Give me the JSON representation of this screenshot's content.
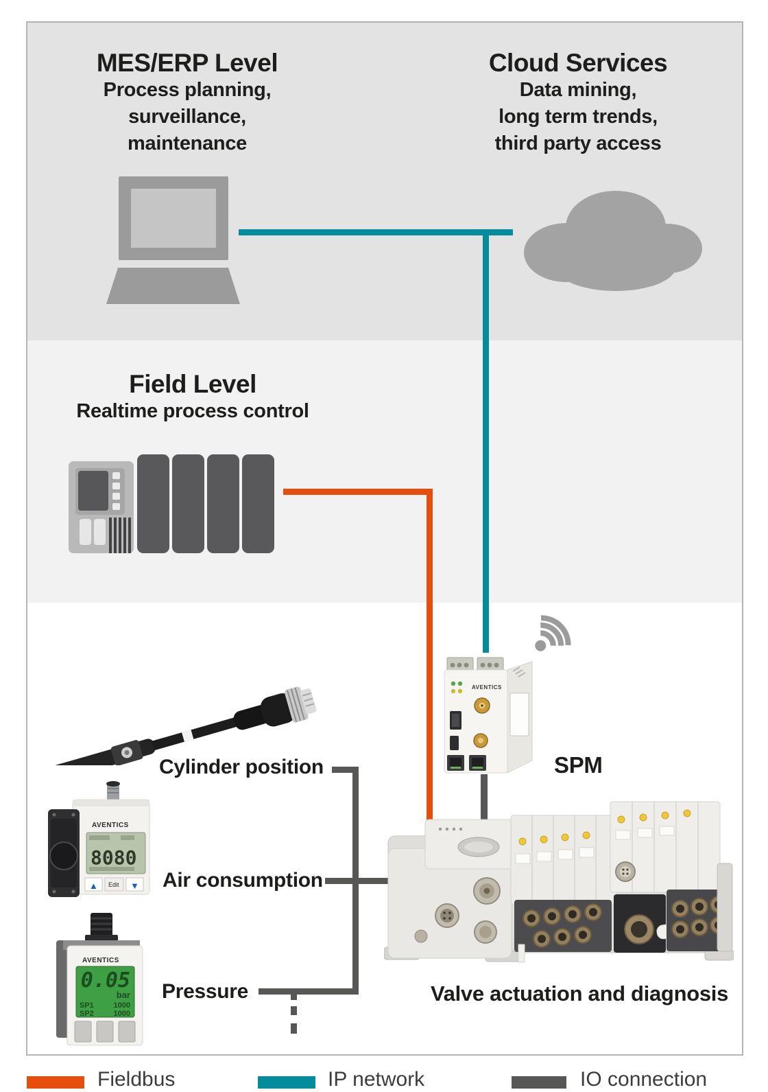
{
  "colors": {
    "fieldbus": "#e64e0e",
    "ip_network": "#048b9c",
    "io_connection": "#575756",
    "enterprise_section_bg": "#e3e3e4",
    "field_section_bg": "#f2f2f3",
    "frame_border": "#b4b4b3"
  },
  "sections": {
    "mes_erp": {
      "title": "MES/ERP Level",
      "line1": "Process planning,",
      "line2": "surveillance,",
      "line3": "maintenance"
    },
    "cloud": {
      "title": "Cloud Services",
      "line1": "Data mining,",
      "line2": "long term trends,",
      "line3": "third party access"
    },
    "field": {
      "title": "Field Level",
      "line1": "Realtime process control"
    }
  },
  "labels": {
    "cylinder_position": "Cylinder position",
    "air_consumption": "Air consumption",
    "pressure": "Pressure",
    "spm": "SPM",
    "valve": "Valve actuation and diagnosis"
  },
  "devices": {
    "spm_module": {
      "brand": "AVENTICS"
    },
    "flow_sensor": {
      "brand": "AVENTICS",
      "display_value": "8080",
      "edit_button": "Edit",
      "up_glyph": "▲",
      "down_glyph": "▼"
    },
    "pressure_sensor": {
      "brand": "AVENTICS",
      "display_value": "0.05",
      "display_unit": "bar",
      "sp1_label": "SP1",
      "sp1_value": "1000",
      "sp2_label": "SP2",
      "sp2_value": "1000"
    }
  },
  "legend": {
    "items": [
      {
        "label": "Fieldbus",
        "color": "#e64e0e"
      },
      {
        "label": "IP network",
        "color": "#048b9c"
      },
      {
        "label": "IO connection",
        "color": "#575756"
      }
    ]
  }
}
